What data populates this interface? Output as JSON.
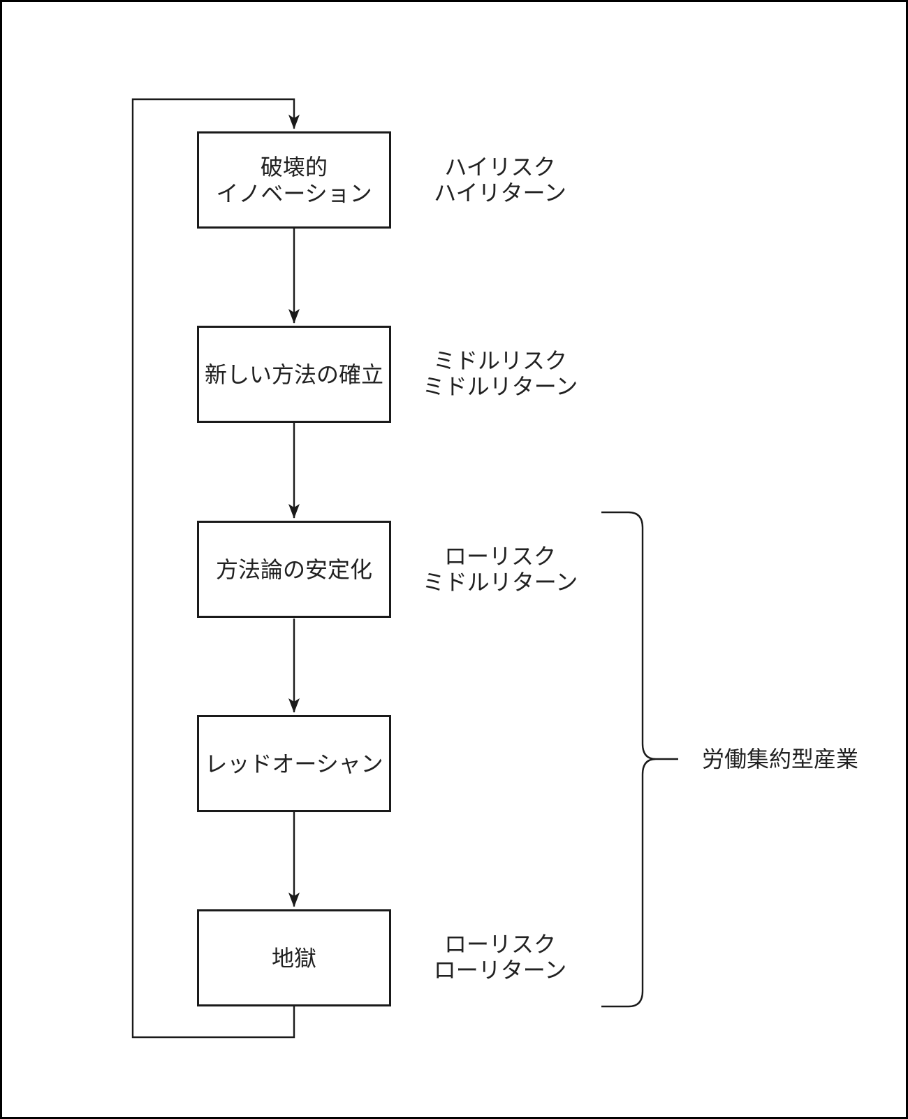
{
  "flowchart": {
    "boxes": [
      {
        "id": "disruptive-innovation",
        "text": "破壊的\nイノベーション",
        "risk_label": "ハイリスク\nハイリターン"
      },
      {
        "id": "new-method-establishment",
        "text": "新しい方法の確立",
        "risk_label": "ミドルリスク\nミドルリターン"
      },
      {
        "id": "methodology-stabilization",
        "text": "方法論の安定化",
        "risk_label": "ローリスク\nミドルリターン"
      },
      {
        "id": "red-ocean",
        "text": "レッドオーシャン",
        "risk_label": ""
      },
      {
        "id": "hell",
        "text": "地獄",
        "risk_label": "ローリスク\nローリターン"
      }
    ],
    "brace_group_label": "労働集約型産業",
    "colors": {
      "line": "#1a1a1a",
      "background": "#ffffff",
      "text": "#212121"
    }
  }
}
